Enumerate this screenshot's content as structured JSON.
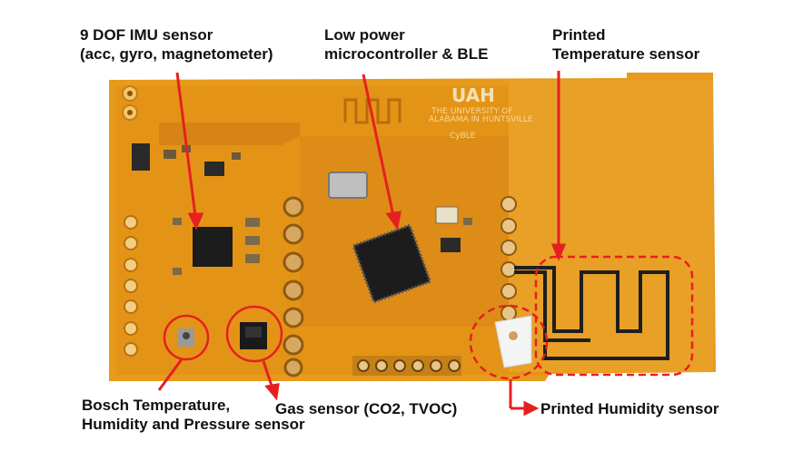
{
  "labels": {
    "imu": {
      "line1": "9 DOF IMU sensor",
      "line2": "(acc, gyro, magnetometer)"
    },
    "mcu": {
      "line1": "Low power",
      "line2": "microcontroller & BLE"
    },
    "temp": {
      "line1": "Printed",
      "line2": "Temperature sensor"
    },
    "bosch": {
      "line1": "Bosch Temperature,",
      "line2": "Humidity and Pressure sensor"
    },
    "gas": {
      "line1": "Gas sensor (CO2, TVOC)"
    },
    "humidity": {
      "line1": "Printed Humidity sensor"
    }
  },
  "board": {
    "logo": "UAH",
    "university_line1": "THE UNIVERSITY OF",
    "university_line2": "ALABAMA IN HUNTSVILLE",
    "product": "CyBLE"
  },
  "colors": {
    "pcb": "#e79a1c",
    "pcb_dark": "#c9791a",
    "annotation": "#e62020",
    "chip": "#1c1c1c"
  }
}
